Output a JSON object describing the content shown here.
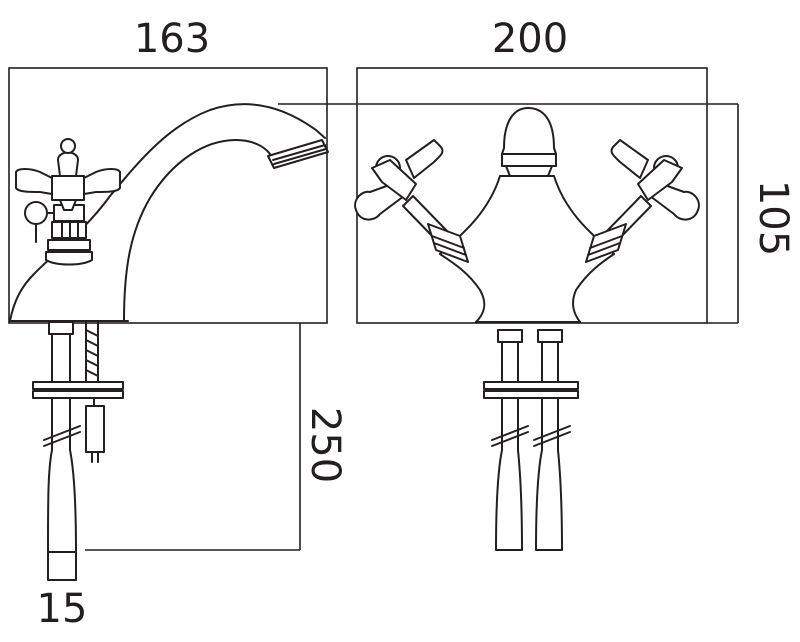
{
  "dimensions": {
    "front_width": "163",
    "side_width": "200",
    "height": "105",
    "tail_length": "250",
    "tail_diameter": "15"
  }
}
